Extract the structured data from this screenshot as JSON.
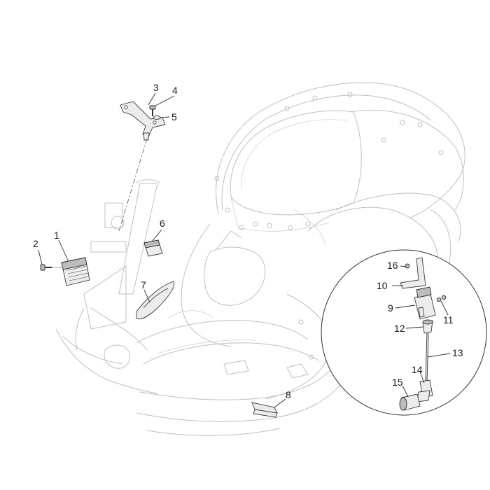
{
  "callouts": {
    "c1": "1",
    "c2": "2",
    "c3": "3",
    "c4": "4",
    "c5": "5",
    "c6": "6",
    "c7": "7",
    "c8": "8",
    "c9": "9",
    "c10": "10",
    "c11": "11",
    "c12": "12",
    "c13": "13",
    "c14": "14",
    "c15": "15",
    "c16": "16"
  },
  "colors": {
    "line": "#bcc0c6",
    "part_stroke": "#3a3a3a",
    "part_fill": "#ececec",
    "label": "#1a1a1a"
  }
}
